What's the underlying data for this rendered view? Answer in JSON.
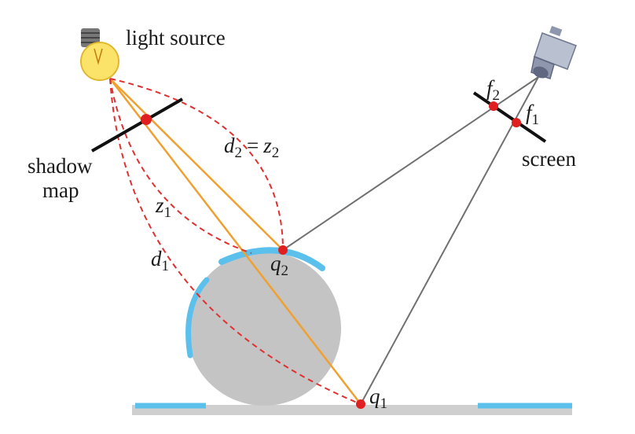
{
  "labels": {
    "light_source": "light source",
    "shadow": "shadow",
    "map": "map",
    "screen": "screen"
  },
  "math": {
    "d2": {
      "base": "d",
      "sub": "2"
    },
    "eq": "=",
    "z2": {
      "base": "z",
      "sub": "2"
    },
    "z1": {
      "base": "z",
      "sub": "1"
    },
    "d1": {
      "base": "d",
      "sub": "1"
    },
    "q1": {
      "base": "q",
      "sub": "1"
    },
    "q2": {
      "base": "q",
      "sub": "2"
    },
    "f1": {
      "base": "f",
      "sub": "1"
    },
    "f2": {
      "base": "f",
      "sub": "2"
    }
  },
  "colors": {
    "ray": "#f0a030",
    "dashed": "#e03030",
    "point": "#e02020",
    "camera_ray": "#707070",
    "sphere": "#c4c4c4",
    "highlight": "#5bc0eb",
    "ground": "#cfcfcf",
    "bulb": "#fbe36a",
    "camera": "#9aa3b8"
  },
  "icons": {
    "light": "light-bulb-icon",
    "camera": "camera-icon"
  }
}
